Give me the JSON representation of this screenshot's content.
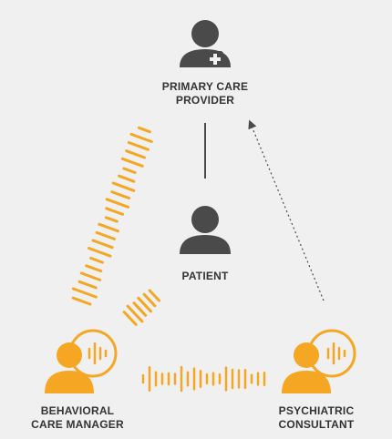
{
  "colors": {
    "background": "#f0f0f0",
    "person_gray": "#4a4a4a",
    "accent_orange": "#f5a623",
    "text": "#333333"
  },
  "nodes": {
    "primary_care": {
      "line1": "PRIMARY CARE",
      "line2": "PROVIDER",
      "icon": "doctor-person-icon"
    },
    "patient": {
      "line1": "PATIENT",
      "icon": "person-icon"
    },
    "behavioral": {
      "line1": "BEHAVIORAL",
      "line2": "CARE MANAGER",
      "icon": "person-speaking-icon"
    },
    "psychiatric": {
      "line1": "PSYCHIATRIC",
      "line2": "CONSULTANT",
      "icon": "person-speaking-icon"
    }
  },
  "connections": [
    {
      "from": "primary_care",
      "to": "patient",
      "style": "solid-line"
    },
    {
      "from": "behavioral",
      "to": "primary_care",
      "style": "sound-wave"
    },
    {
      "from": "behavioral",
      "to": "patient",
      "style": "sound-wave"
    },
    {
      "from": "behavioral",
      "to": "psychiatric",
      "style": "sound-wave"
    },
    {
      "from": "psychiatric",
      "to": "primary_care",
      "style": "dotted-arrow"
    }
  ]
}
